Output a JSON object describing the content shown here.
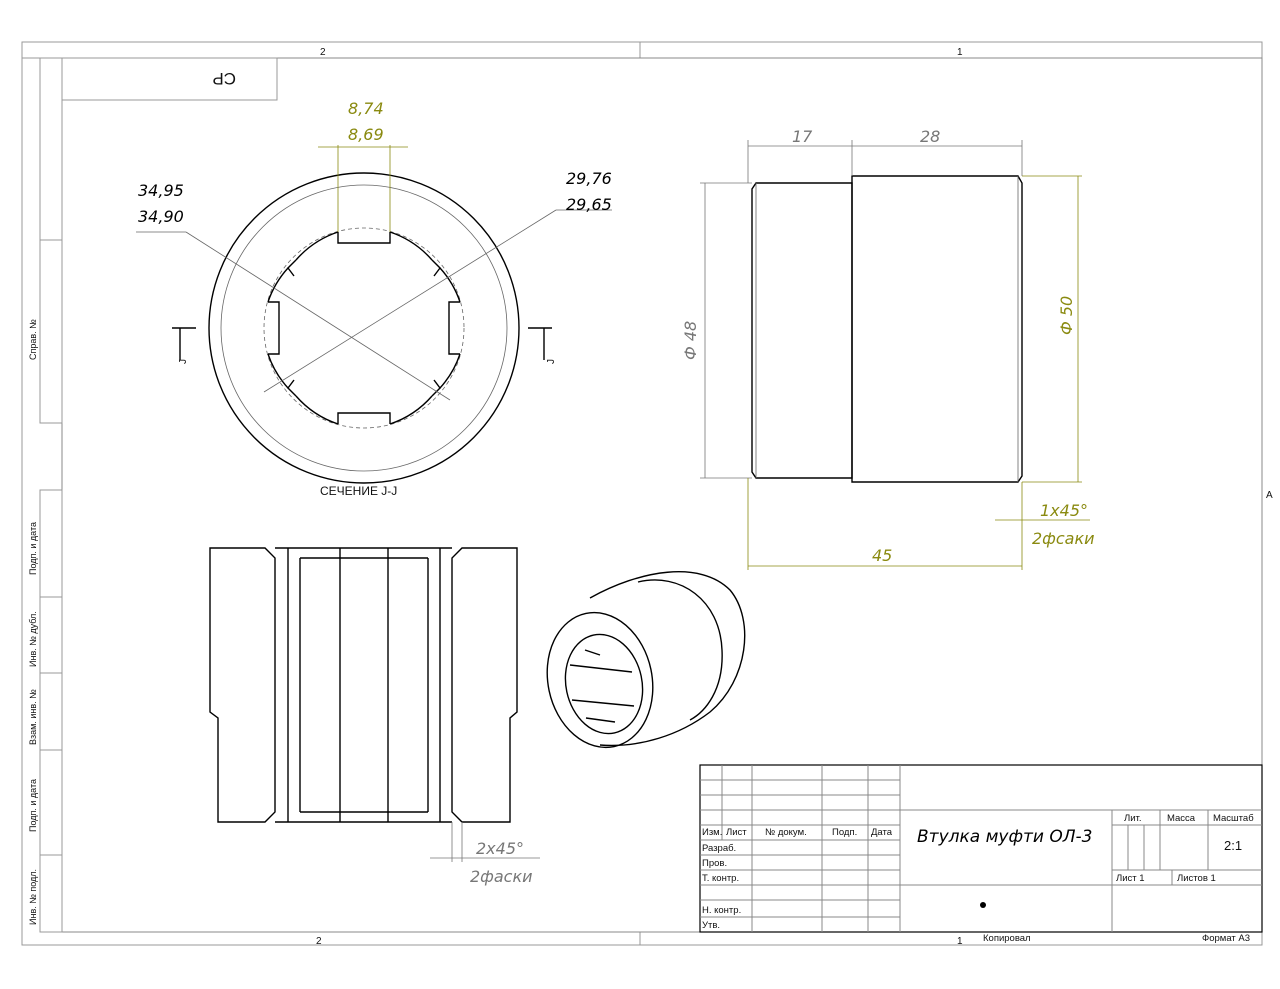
{
  "sheet": {
    "zone_top_left": "2",
    "zone_top_right": "1",
    "zone_bottom_left": "2",
    "zone_bottom_right": "1",
    "zone_right": "A",
    "stamp_code": "СР",
    "side_labels": [
      "Справ. №",
      "Подп. и дата",
      "Инв. № дубл.",
      "Взам. инв. №",
      "Подп. и дата",
      "Инв. № подл."
    ]
  },
  "views": {
    "section_label": "СЕЧЕНИЕ J-J",
    "cut_letter": "J",
    "front": {
      "w_upper": "8,74",
      "w_lower": "8,69",
      "d1_upper": "34,95",
      "d1_lower": "34,90",
      "d2_upper": "29,76",
      "d2_lower": "29,65"
    },
    "side": {
      "len_small": "17",
      "len_large": "28",
      "dia_small": "Ф 48",
      "dia_large": "Ф 50",
      "total": "45",
      "chamfer": "1x45°",
      "chamfer_note": "2фсаки"
    },
    "section": {
      "chamfer": "2x45°",
      "chamfer_note": "2фаски"
    }
  },
  "title_block": {
    "headers": [
      "Изм.",
      "Лист",
      "№ докум.",
      "Подп.",
      "Дата"
    ],
    "roles": [
      "Разраб.",
      "Пров.",
      "Т. контр.",
      "Н. контр.",
      "Утв."
    ],
    "title": "Втулка муфти ОЛ-3",
    "lit_label": "Лит.",
    "mass_label": "Масса",
    "scale_label": "Масштаб",
    "scale": "2:1",
    "sheet": "Лист 1",
    "sheets": "Листов 1",
    "copied": "Копировал",
    "format": "Формат А3"
  }
}
